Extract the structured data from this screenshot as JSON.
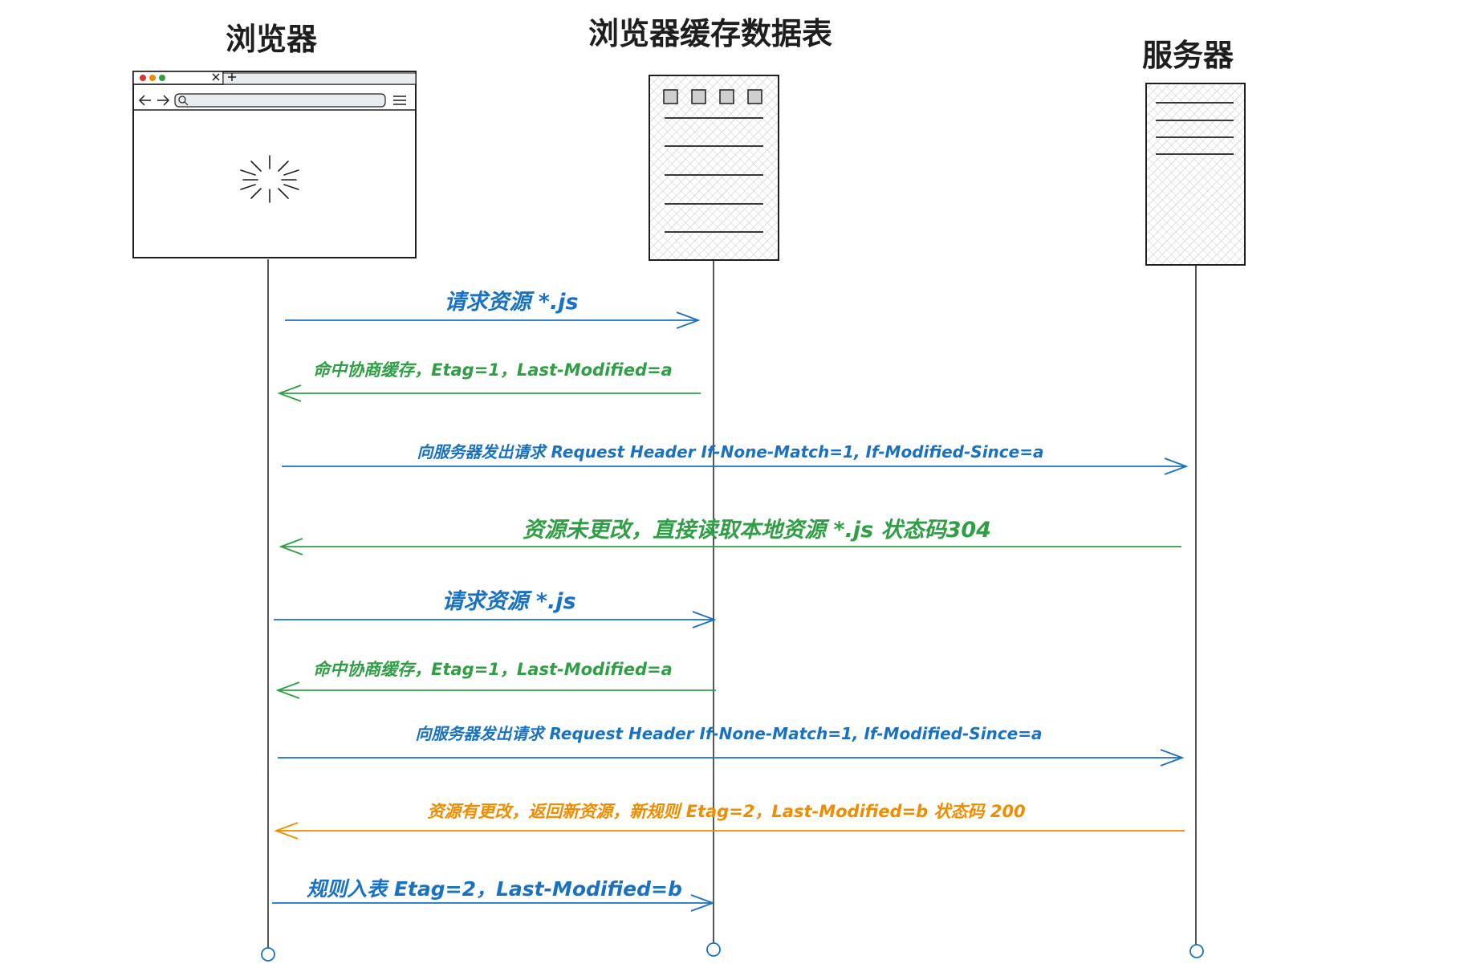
{
  "headers": {
    "browser": "浏览器",
    "cache_table": "浏览器缓存数据表",
    "server": "服务器"
  },
  "colors": {
    "ink": "#1e1e1e",
    "request": "#1971c2",
    "cache_response": "#2f9e44",
    "server_response": "#f08c00",
    "browser_dot_red": "#e03131",
    "browser_dot_yellow": "#f08c00",
    "browser_dot_green": "#2f9e44"
  },
  "browser_window": {
    "tab_close_icon": "close-icon",
    "new_tab_icon": "plus-icon",
    "back_icon": "arrow-left-icon",
    "forward_icon": "arrow-right-icon",
    "search_icon": "search-icon",
    "menu_icon": "hamburger-icon",
    "loading_icon": "spinner-icon"
  },
  "messages": [
    {
      "text": "请求资源 *.js",
      "color": "request"
    },
    {
      "text": "命中协商缓存，Etag=1，Last-Modified=a",
      "color": "cache_response"
    },
    {
      "text": "向服务器发出请求 Request Header If-None-Match=1, If-Modified-Since=a",
      "color": "request"
    },
    {
      "text": "资源未更改，直接读取本地资源 *.js 状态码304",
      "color": "cache_response"
    },
    {
      "text": "请求资源 *.js",
      "color": "request"
    },
    {
      "text": "命中协商缓存，Etag=1，Last-Modified=a",
      "color": "cache_response"
    },
    {
      "text": "向服务器发出请求 Request Header If-None-Match=1, If-Modified-Since=a",
      "color": "request"
    },
    {
      "text": "资源有更改，返回新资源，新规则 Etag=2，Last-Modified=b 状态码 200",
      "color": "server_response"
    },
    {
      "text": "规则入表 Etag=2，Last-Modified=b",
      "color": "request"
    }
  ]
}
